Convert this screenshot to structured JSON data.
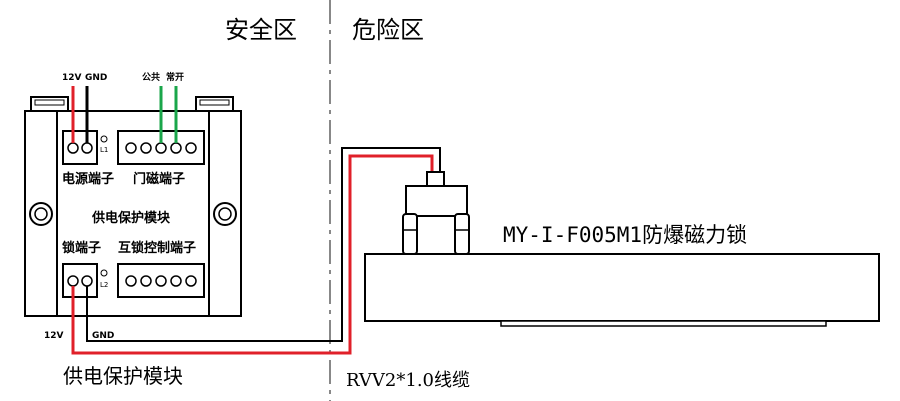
{
  "zones": {
    "safe": "安全区",
    "hazard": "危险区"
  },
  "module": {
    "caption": "供电保护模块",
    "title": "供电保护模块",
    "power_terminal": "电源端子",
    "door_terminal": "门磁端子",
    "lock_terminal": "锁端子",
    "interlock_terminal": "互锁控制端子",
    "top_12v": "12V",
    "top_gnd": "GND",
    "top_common": "公共",
    "top_no": "常开",
    "bottom_12v": "12V",
    "bottom_gnd": "GND",
    "led_l1": "L1",
    "led_l2": "L2"
  },
  "lock": {
    "label": "MY-I-F005M1防爆磁力锁"
  },
  "cable": {
    "label": "RVV2*1.0线缆"
  },
  "colors": {
    "red_wire": "#e0202a",
    "black_wire": "#000000",
    "green_wire": "#1aa64a",
    "divider": "#888888"
  }
}
